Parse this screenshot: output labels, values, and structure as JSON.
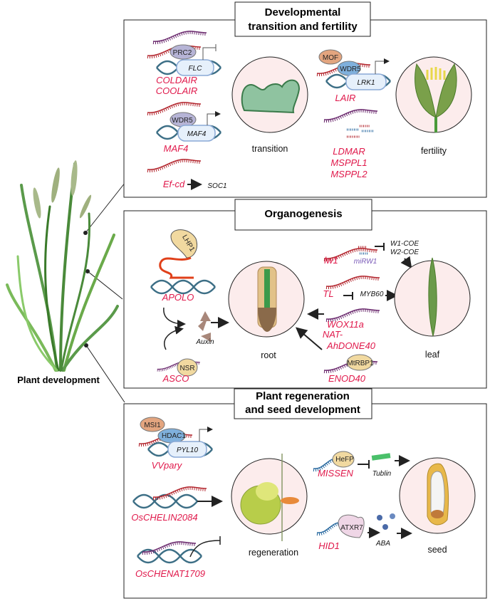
{
  "main_label": "Plant development",
  "panels": [
    {
      "title_lines": [
        "Developmental",
        "transition and fertility"
      ],
      "circles": [
        "transition",
        "fertility"
      ],
      "lncrnas": [
        "COLDAIR",
        "COOLAIR",
        "MAF4",
        "Ef-cd",
        "LAIR",
        "LDMAR",
        "MSPPL1",
        "MSPPL2"
      ],
      "genes": [
        "FLC",
        "MAF4",
        "SOC1",
        "LRK1"
      ],
      "proteins": [
        "PRC2",
        "WDR5",
        "MOF",
        "WDR5"
      ]
    },
    {
      "title_lines": [
        "Organogenesis"
      ],
      "circles": [
        "root",
        "leaf"
      ],
      "lncrnas": [
        "APOLO",
        "ASCO",
        "lw1",
        "TL",
        "WOX11a",
        "NAT-",
        "AhDONE40",
        "ENOD40"
      ],
      "genes": [
        "W1-COE",
        "W2-COE",
        "MYB60"
      ],
      "proteins": [
        "LHP1",
        "NSR",
        "MtRBP1"
      ],
      "other": [
        "Auxin",
        "miRW1"
      ]
    },
    {
      "title_lines": [
        "Plant regeneration",
        "and seed development"
      ],
      "circles": [
        "regeneration",
        "seed"
      ],
      "lncrnas": [
        "VVpary",
        "OsCHELIN2084",
        "OsCHENAT1709",
        "MISSEN",
        "HID1"
      ],
      "genes": [
        "PYL10",
        "Tublin",
        "ABA"
      ],
      "proteins": [
        "MSI1",
        "HDAC1",
        "HeFP",
        "ATXR7"
      ]
    }
  ],
  "colors": {
    "lncrna_text": "#e0194b",
    "circle_fill": "#fcecec",
    "dna": "#3d6f86",
    "rna_red": "#b3262e",
    "rna_purple": "#6b2a6e"
  }
}
